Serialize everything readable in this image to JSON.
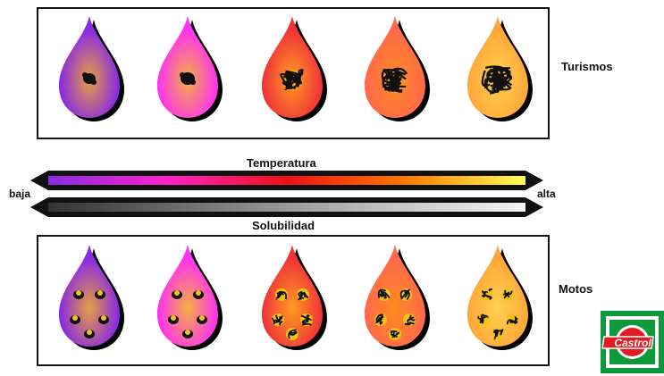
{
  "labels": {
    "top_row": "Turismos",
    "bottom_row": "Motos",
    "temperature": "Temperatura",
    "solubility": "Solubilidad",
    "low": "baja",
    "high": "alta"
  },
  "logo": {
    "text": "Castrol"
  },
  "colors": {
    "drop_fills": [
      "#8a2be2",
      "#ff33ee",
      "#f0343a",
      "#ff6a4a",
      "#ffa83a"
    ],
    "drop_glows": [
      "#e6a040",
      "#f2b040",
      "#ff9a20",
      "#ff8a20",
      "#ffd050"
    ],
    "shadow": "#000000",
    "deposit": "#111111",
    "deposit_fill": "#f3c21a",
    "temperature_gradient": [
      "#8a2be2",
      "#ff22cc",
      "#ee1111",
      "#ff7a00",
      "#ffff55"
    ],
    "solubility_gradient": [
      "#333333",
      "#777777",
      "#bbbbbb",
      "#f4f4f4"
    ],
    "logo_green": "#0e9a3a",
    "logo_red": "#e11b22"
  }
}
